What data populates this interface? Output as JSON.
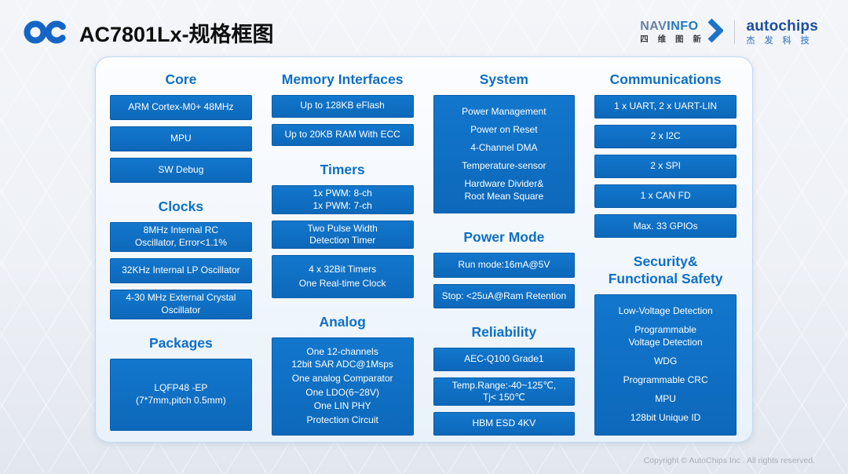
{
  "header": {
    "logo": "OC",
    "title": "AC7801Lx-规格框图",
    "navinfo": {
      "name_nav": "NAV",
      "name_info": "INFO",
      "subtitle": "四 维 图 新"
    },
    "autochips": {
      "name": "autochips",
      "subtitle": "杰 发 科 技"
    }
  },
  "colors": {
    "box_blue": "#0f70c5",
    "heading_blue": "#0e6fc6",
    "panel_border": "#c2d9ef",
    "autochips_blue": "#1c4f9e",
    "navinfo_blue": "#2277c4"
  },
  "panel": {
    "columns": [
      {
        "sections": [
          {
            "title": "Core",
            "boxes": [
              {
                "items": [
                  "ARM Cortex-M0+ 48MHz"
                ]
              },
              {
                "items": [
                  "MPU"
                ]
              },
              {
                "items": [
                  "SW Debug"
                ]
              }
            ]
          },
          {
            "title": "Clocks",
            "boxes": [
              {
                "items": [
                  "8MHz Internal RC\nOscillator, Error<1.1%"
                ]
              },
              {
                "items": [
                  "32KHz Internal LP Oscillator"
                ]
              },
              {
                "items": [
                  "4-30 MHz External Crystal\nOscillator"
                ]
              }
            ]
          },
          {
            "title": "Packages",
            "boxes": [
              {
                "items": [
                  "LQFP48 -EP\n(7*7mm,pitch 0.5mm)"
                ]
              }
            ]
          }
        ]
      },
      {
        "sections": [
          {
            "title": "Memory Interfaces",
            "boxes": [
              {
                "items": [
                  "Up to 128KB eFlash"
                ]
              },
              {
                "items": [
                  "Up to 20KB RAM With ECC"
                ]
              }
            ]
          },
          {
            "title": "Timers",
            "boxes": [
              {
                "items": [
                  "1x PWM: 8-ch\n1x PWM: 7-ch"
                ]
              },
              {
                "items": [
                  "Two Pulse Width\nDetection Timer"
                ]
              },
              {
                "items": [
                  "4 x 32Bit Timers",
                  "One Real-time Clock"
                ]
              }
            ]
          },
          {
            "title": "Analog",
            "boxes": [
              {
                "items": [
                  "One 12-channels\n12bit SAR ADC@1Msps",
                  "One analog Comparator",
                  "One LDO(6~28V)",
                  "One LIN PHY",
                  "Protection Circuit"
                ]
              }
            ]
          }
        ]
      },
      {
        "sections": [
          {
            "title": "System",
            "boxes": [
              {
                "items": [
                  "Power Management",
                  "Power on Reset",
                  "4-Channel DMA",
                  "Temperature-sensor",
                  "Hardware Divider&\nRoot Mean Square"
                ]
              }
            ]
          },
          {
            "title": "Power Mode",
            "boxes": [
              {
                "items": [
                  "Run mode:16mA@5V"
                ]
              },
              {
                "items": [
                  "Stop: <25uA@Ram Retention"
                ]
              }
            ]
          },
          {
            "title": "Reliability",
            "boxes": [
              {
                "items": [
                  "AEC-Q100 Grade1"
                ]
              },
              {
                "items": [
                  "Temp.Range:-40~125℃,\nTj< 150℃"
                ]
              },
              {
                "items": [
                  "HBM ESD 4KV"
                ]
              }
            ]
          }
        ]
      },
      {
        "sections": [
          {
            "title": "Communications",
            "boxes": [
              {
                "items": [
                  "1 x UART, 2 x UART-LIN"
                ]
              },
              {
                "items": [
                  "2 x I2C"
                ]
              },
              {
                "items": [
                  "2 x SPI"
                ]
              },
              {
                "items": [
                  "1 x CAN FD"
                ]
              },
              {
                "items": [
                  "Max. 33 GPIOs"
                ]
              }
            ]
          },
          {
            "title": "Security&\nFunctional Safety",
            "boxes": [
              {
                "items": [
                  "Low-Voltage Detection",
                  "Programmable\nVoltage Detection",
                  "WDG",
                  "Programmable CRC",
                  "MPU",
                  "128bit Unique ID"
                ]
              }
            ]
          }
        ]
      }
    ]
  },
  "footer": {
    "copyright": "Copyright © AutoChips Inc . All rights reserved."
  }
}
